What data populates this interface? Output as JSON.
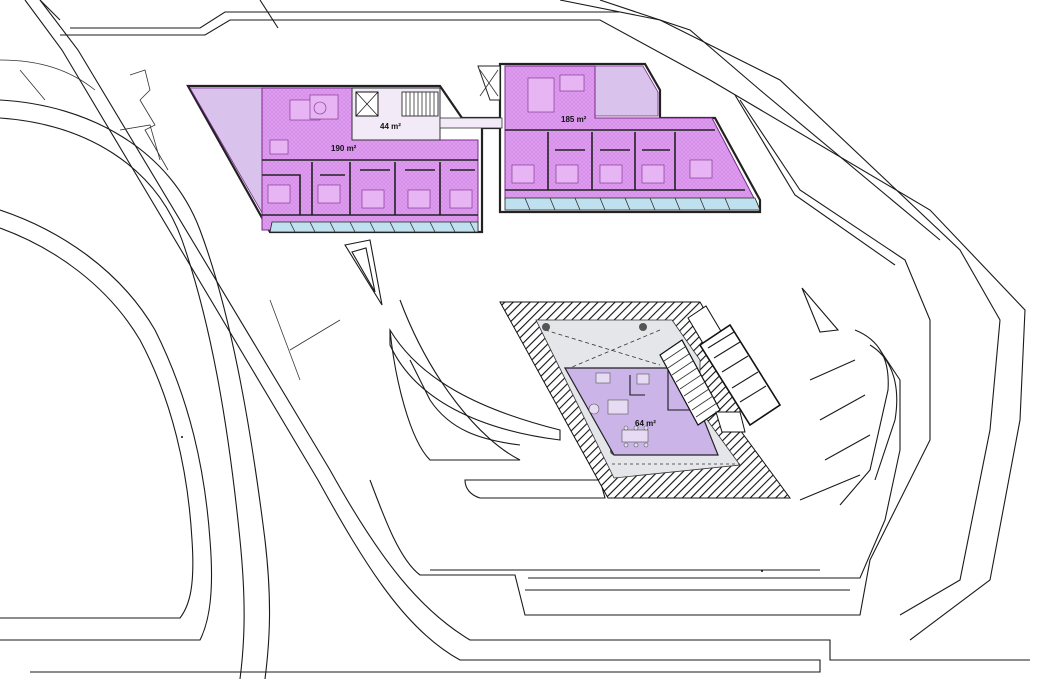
{
  "plan": {
    "colors": {
      "apartment_fill": "#df9bf0",
      "apartment_stroke": "#7a2a8a",
      "light_fill": "#d9c2ec",
      "pavilion_fill": "#cbb4e8",
      "terrace_fill": "#e4e6ea",
      "stair_fill": "#bfe0ee"
    },
    "areas": [
      {
        "id": "unit-west",
        "label": "190 m²"
      },
      {
        "id": "core",
        "label": "44 m²"
      },
      {
        "id": "unit-east",
        "label": "185 m²"
      },
      {
        "id": "pavilion",
        "label": "64 m²"
      }
    ]
  }
}
